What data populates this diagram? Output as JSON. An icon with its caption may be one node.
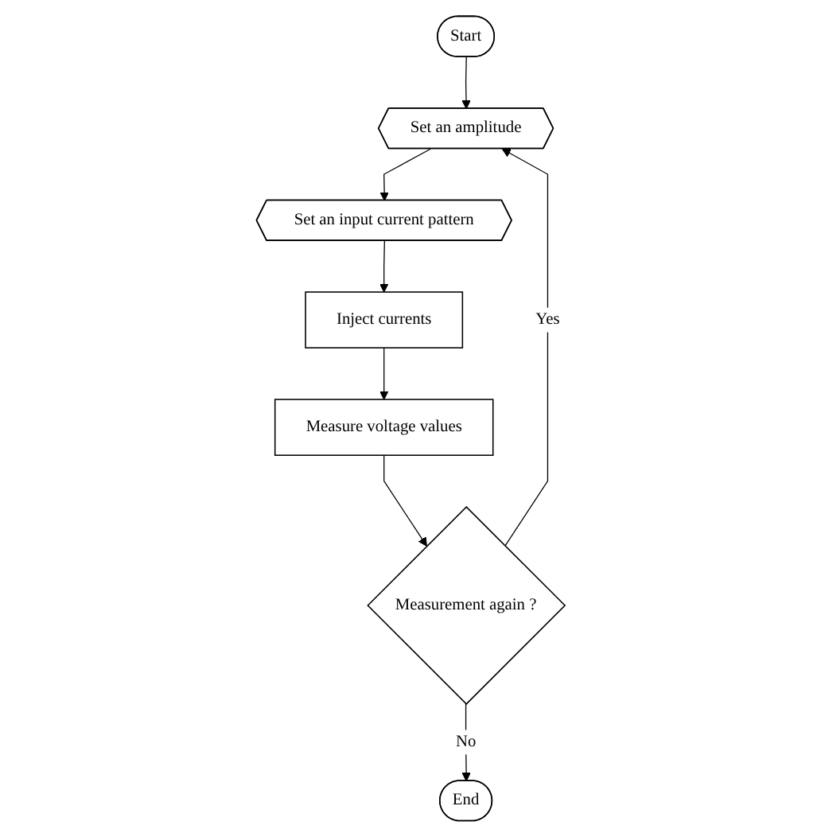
{
  "diagram": {
    "nodes": [
      {
        "text": [
          "Start"
        ]
      },
      {
        "text": [
          "Set an amplitude"
        ]
      },
      {
        "text": [
          "Set an input current pattern"
        ]
      },
      {
        "text": [
          "Inject currents"
        ]
      },
      {
        "text": [
          "Measure voltage values"
        ]
      },
      {
        "text": [
          "Measurement again ?"
        ]
      },
      {
        "text": [
          "End"
        ]
      }
    ],
    "edges": [
      {
        "from": 0,
        "to": 1,
        "arrow": "to"
      },
      {
        "from": 1,
        "to": 2,
        "arrow": "to"
      },
      {
        "from": 2,
        "to": 3,
        "arrow": "to"
      },
      {
        "from": 3,
        "to": 4,
        "arrow": "to"
      },
      {
        "from": 4,
        "to": 5,
        "arrow": "to"
      },
      {
        "from": 5,
        "to": 6,
        "arrow": "to",
        "label": "No"
      },
      {
        "from": 5,
        "to": 1,
        "arrow": "to",
        "label": "Yes"
      }
    ]
  }
}
